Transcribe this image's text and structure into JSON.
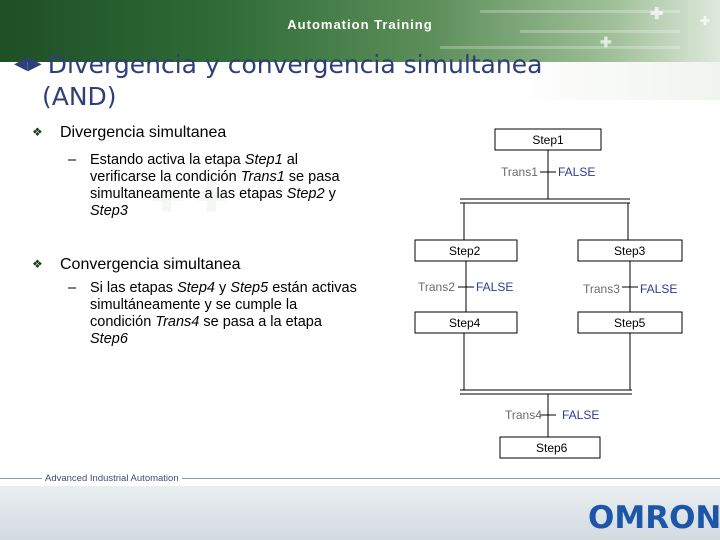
{
  "header": {
    "title": "Automation Training"
  },
  "slide": {
    "title_line1": "Divergencia y convergencia simultanea",
    "title_line2": "(AND)",
    "bullet1": "Divergencia simultanea",
    "sub1_parts": [
      "Estando activa la etapa ",
      "Step1",
      " al verificarse la condición ",
      "Trans1",
      " se pasa simultaneamente a las etapas ",
      "Step2",
      " y ",
      "Step3"
    ],
    "bullet2": "Convergencia simultanea",
    "sub2_parts": [
      "Si las etapas ",
      "Step4",
      " y ",
      "Step5",
      " están activas simultáneamente y se cumple la condición ",
      "Trans4",
      " se pasa a la etapa ",
      "Step6"
    ]
  },
  "diagram": {
    "steps": {
      "step1": "Step1",
      "step2": "Step2",
      "step3": "Step3",
      "step4": "Step4",
      "step5": "Step5",
      "step6": "Step6"
    },
    "transitions": {
      "trans1": "Trans1",
      "trans2": "Trans2",
      "trans3": "Trans3",
      "trans4": "Trans4"
    },
    "condition_value": "FALSE",
    "colors": {
      "label": "#6b6b6b",
      "condition": "#2b3a9a",
      "line": "#000000"
    }
  },
  "footer": {
    "label": "Advanced Industrial Automation",
    "logo": "OMRON"
  }
}
